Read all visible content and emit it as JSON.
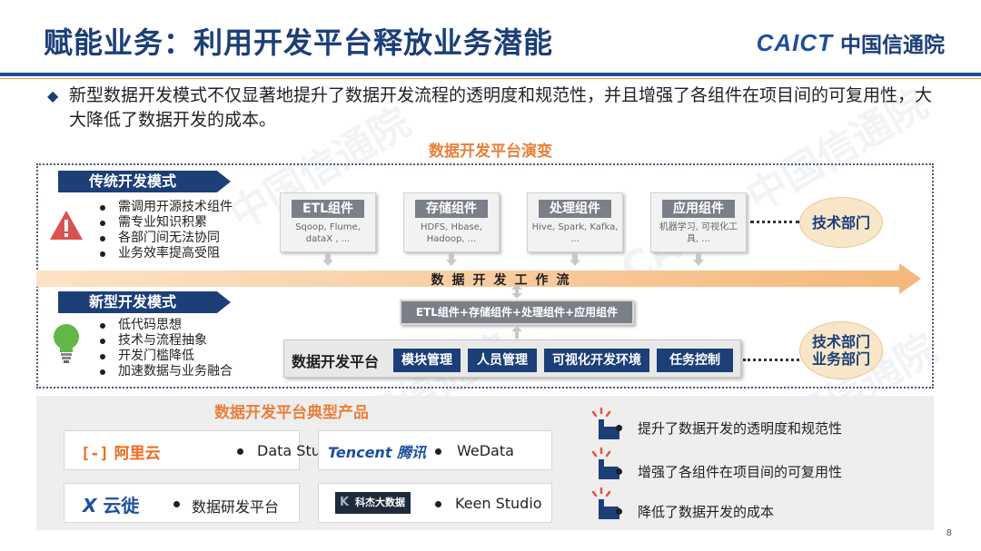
{
  "header": {
    "title": "赋能业务：利用开发平台释放业务潜能",
    "logo_en": "CAICT",
    "logo_cn": "中国信通院"
  },
  "intro": {
    "text": "新型数据开发模式不仅显著地提升了数据开发流程的透明度和规范性，并且增强了各组件在项目间的可复用性，大大降低了数据开发的成本。"
  },
  "evolution": {
    "title": "数据开发平台演变",
    "traditional": {
      "label": "传统开发模式",
      "icon": "warning-icon",
      "items": [
        "需调用开源技术组件",
        "需专业知识积累",
        "各部门间无法协同",
        "业务效率提高受阻"
      ]
    },
    "components": [
      {
        "name": "ETL组件",
        "desc": "Sqoop, Flume, dataX , ..."
      },
      {
        "name": "存储组件",
        "desc": "HDFS, Hbase, Hadoop, ..."
      },
      {
        "name": "处理组件",
        "desc": "Hive, Spark, Kafka, ..."
      },
      {
        "name": "应用组件",
        "desc": "机器学习, 可视化工具, ..."
      }
    ],
    "dept_traditional": "技术部门",
    "flow_label": "数据开发工作流",
    "combined": "ETL组件+存储组件+处理组件+应用组件",
    "modern": {
      "label": "新型开发模式",
      "icon": "lightbulb-icon",
      "items": [
        "低代码思想",
        "技术与流程抽象",
        "开发门槛降低",
        "加速数据与业务融合"
      ]
    },
    "platform": {
      "name": "数据开发平台",
      "modules": [
        "模块管理",
        "人员管理",
        "可视化开发环境",
        "任务控制"
      ]
    },
    "dept_modern": "技术部门\n业务部门"
  },
  "products": {
    "title": "数据开发平台典型产品",
    "items": [
      {
        "brand": "阿里云",
        "product": "Data Studio"
      },
      {
        "brand": "Tencent 腾讯",
        "product": "WeData"
      },
      {
        "brand": "云徙",
        "product": "数据研发平台"
      },
      {
        "brand": "科杰大数据",
        "product": "Keen Studio"
      }
    ]
  },
  "benefits": [
    "提升了数据开发的透明度和规范性",
    "增强了各组件在项目间的可复用性",
    "降低了数据开发的成本"
  ],
  "page_number": "8",
  "colors": {
    "navy": "#1c3f78",
    "orange": "#e8803a",
    "arrow": "#f5c48e"
  }
}
